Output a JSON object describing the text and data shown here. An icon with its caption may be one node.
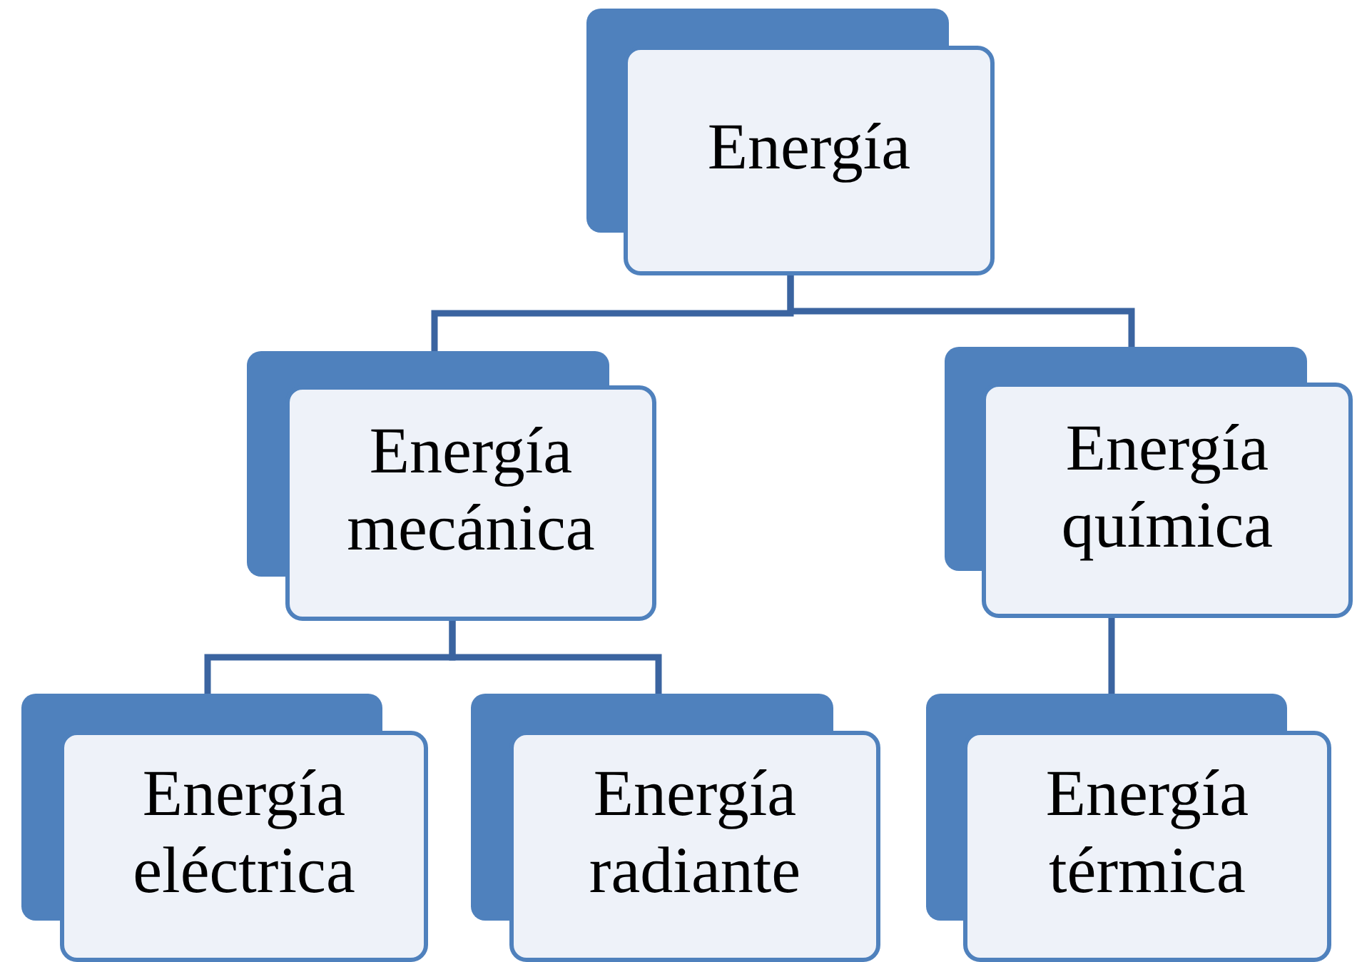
{
  "diagram": {
    "nodes": [
      {
        "text": [
          "Energía"
        ]
      },
      {
        "text": [
          "Energía mecánica"
        ]
      },
      {
        "text": [
          "Energía química"
        ]
      },
      {
        "text": [
          "Energía eléctrica"
        ]
      },
      {
        "text": [
          "Energía radiante"
        ]
      },
      {
        "text": [
          "Energía térmica"
        ]
      }
    ],
    "edges": [
      {
        "from": 0,
        "to": 1,
        "arrow": "none"
      },
      {
        "from": 0,
        "to": 2,
        "arrow": "none"
      },
      {
        "from": 1,
        "to": 3,
        "arrow": "none"
      },
      {
        "from": 1,
        "to": 4,
        "arrow": "none"
      },
      {
        "from": 2,
        "to": 5,
        "arrow": "none"
      }
    ]
  }
}
